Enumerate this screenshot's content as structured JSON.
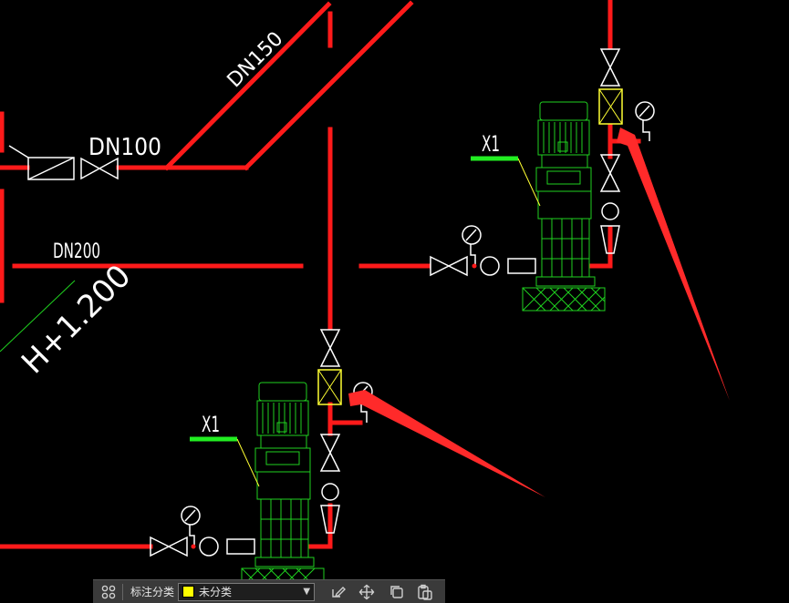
{
  "drawing": {
    "labels": {
      "dn150": "DN150",
      "dn100": "DN100",
      "dn200": "DN200",
      "elevation": "H+1.200",
      "pump_tag_upper": "X1",
      "pump_tag_lower": "X1"
    },
    "colors": {
      "pipe": "#ff1a1a",
      "equipment": "#1fd11f",
      "leader": "#22ee22",
      "valve": "#ffffff",
      "highlight": "#ffff33",
      "arrow": "#ff2a2a"
    }
  },
  "toolbar": {
    "grid_icon": "grid-icon",
    "category_label": "标注分类",
    "selected_category": "未分类",
    "swatch_color": "#ffff00",
    "icons": [
      "edit-icon",
      "move-icon",
      "copy-icon",
      "paste-icon"
    ]
  }
}
